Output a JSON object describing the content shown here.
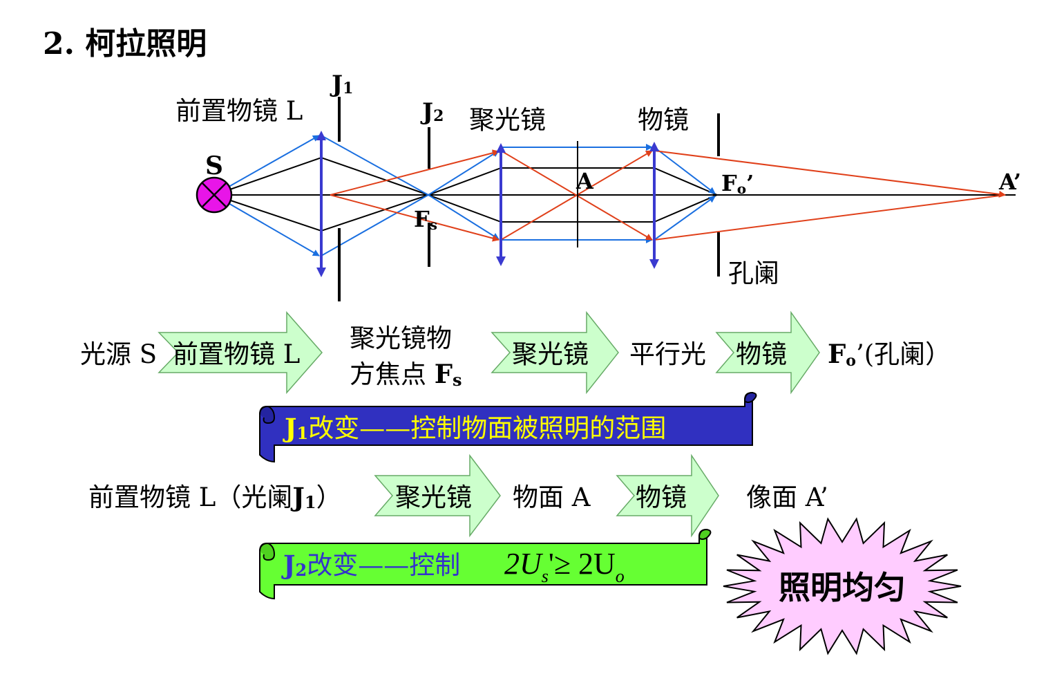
{
  "title": "2. 柯拉照明",
  "optics": {
    "front_lens": "前置物镜 L",
    "diaphragm1": "J",
    "diaphragm1_sub": "1",
    "diaphragm2": "J",
    "diaphragm2_sub": "2",
    "condenser": "聚光镜",
    "objective": "物镜",
    "source": "S",
    "point_a": "A",
    "fo_main": "F",
    "fo_sub": "o",
    "fo_prime": "’",
    "image_a": "A’",
    "fs_main": "F",
    "fs_sub": "s",
    "aperture": "孔阑"
  },
  "flow1": {
    "start": "光源 S",
    "arrow1": "前置物镜 L",
    "mid1_line1": "聚光镜物",
    "mid1_line2_text": "方焦点 ",
    "mid1_line2_F": "F",
    "mid1_line2_sub": "s",
    "arrow2": "聚光镜",
    "mid2": "平行光",
    "arrow3": "物镜",
    "end_F": "F",
    "end_sub": "o",
    "end_rest": "’(孔阑）"
  },
  "banner1": {
    "prefix_J": "J",
    "prefix_sub": "1",
    "text": "改变——控制物面被照明的范围"
  },
  "flow2": {
    "start_text": "前置物镜 L（光阑",
    "start_J": "J",
    "start_sub": "1",
    "start_close": "）",
    "arrow1": "聚光镜",
    "mid1": "物面 A",
    "arrow2": "物镜",
    "end": "像面 A’"
  },
  "banner2": {
    "prefix_J": "J",
    "prefix_sub": "2",
    "text": "改变——控制",
    "formula_a": "2U",
    "formula_a_sub": "s",
    "formula_mid": "'≥ 2U",
    "formula_b_sub": "o"
  },
  "burst": {
    "text": "照明均匀"
  },
  "colors": {
    "blue_ray": "#1a6fe0",
    "red_ray": "#e0401a",
    "lens": "#3a3ad0",
    "source_fill": "#e815e8",
    "arrow_fill": "#ccffcc",
    "banner1_fill": "#3030c0",
    "banner1_text": "#ffff00",
    "banner2_fill": "#66ff33",
    "banner2_text": "#3333cc",
    "burst_fill": "#ffccff"
  }
}
